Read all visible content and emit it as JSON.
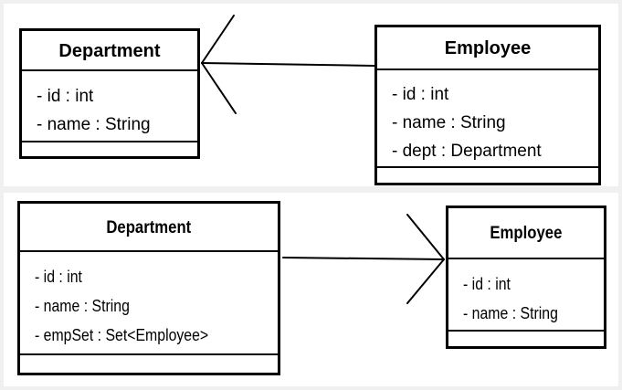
{
  "colors": {
    "background": "#f0f0f0",
    "panel": "#ffffff",
    "stroke": "#000000"
  },
  "diagrams": [
    {
      "classes": [
        {
          "name": "Department",
          "attributes": [
            "- id : int",
            "- name : String"
          ]
        },
        {
          "name": "Employee",
          "attributes": [
            "- id : int",
            "- name : String",
            "- dept : Department"
          ]
        }
      ],
      "association": {
        "from": "Employee",
        "to": "Department",
        "arrow": "open"
      }
    },
    {
      "classes": [
        {
          "name": "Department",
          "attributes": [
            "- id : int",
            "- name : String",
            "- empSet : Set<Employee>"
          ]
        },
        {
          "name": "Employee",
          "attributes": [
            "- id : int",
            "- name : String"
          ]
        }
      ],
      "association": {
        "from": "Department",
        "to": "Employee",
        "arrow": "open"
      }
    }
  ]
}
